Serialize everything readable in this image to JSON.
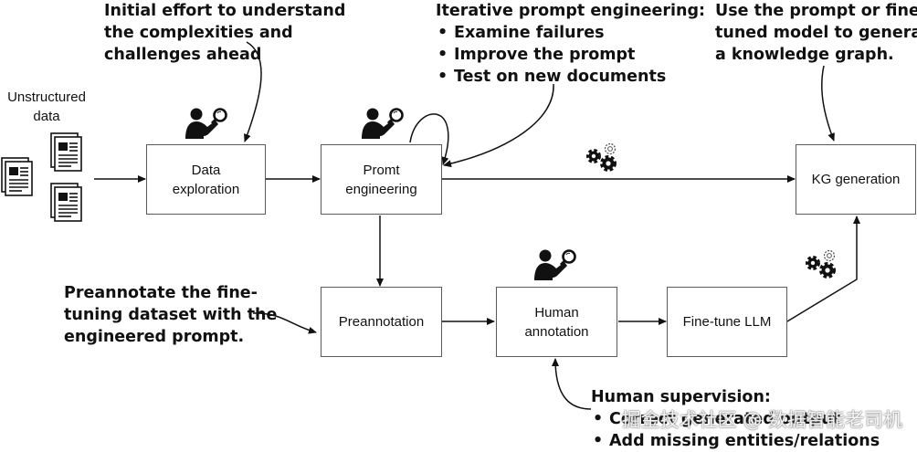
{
  "source_label": "Unstructured\ndata",
  "boxes": {
    "data_exploration": "Data\nexploration",
    "prompt_engineering": "Promt\nengineering",
    "kg_generation": "KG generation",
    "preannotation": "Preannotation",
    "human_annotation": "Human\nannotation",
    "fine_tune": "Fine-tune LLM"
  },
  "notes": {
    "initial_effort": [
      "Initial effort to understand",
      "the complexities and",
      "challenges ahead"
    ],
    "iterative": {
      "title": "Iterative prompt engineering:",
      "items": [
        "Examine failures",
        "Improve the prompt",
        "Test on new documents"
      ]
    },
    "use_model": [
      "Use the prompt or fine-",
      "tuned model to generate",
      "a knowledge graph."
    ],
    "preannotate": [
      "Preannotate the fine-",
      "tuning dataset with the",
      "engineered prompt."
    ],
    "supervision": {
      "title": "Human supervision:",
      "items": [
        "Correct generated output",
        "Add missing entities/relations"
      ]
    }
  },
  "icons": {
    "person": "person-with-magnifier-icon",
    "gears": "gears-icon",
    "document": "document-icon"
  },
  "watermark": "掘金技术社区 @ 数据智能老司机"
}
